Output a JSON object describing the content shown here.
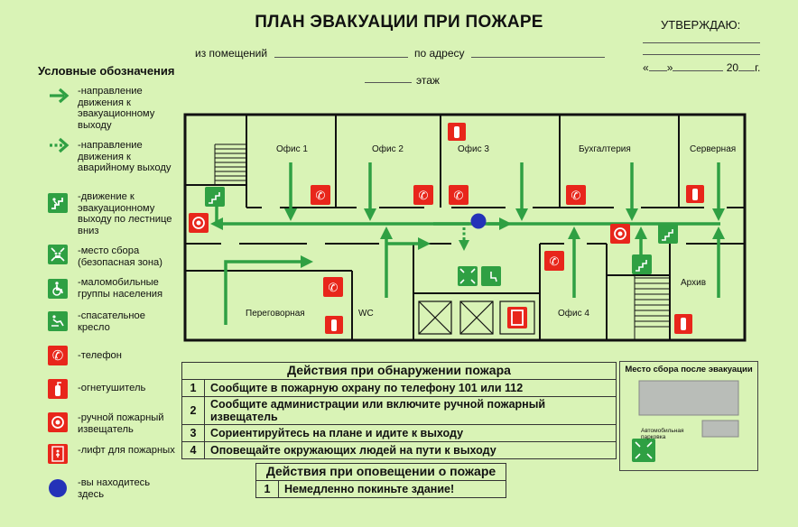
{
  "header": {
    "title": "ПЛАН ЭВАКУАЦИИ ПРИ ПОЖАРЕ",
    "approve": "УТВЕРЖДАЮ:",
    "from_room": "из помещений",
    "by_address": "по адресу",
    "floor": "этаж",
    "date_open": "«",
    "date_close": "»",
    "year": "20",
    "year_suffix": "г."
  },
  "legend": {
    "title": "Условные обозначения",
    "items": [
      {
        "icon": "arrow-right-icon",
        "label": "-направление движения к эвакуационному выходу"
      },
      {
        "icon": "dashed-arrow-right-icon",
        "label": "-направление движения к аварийному выходу"
      },
      {
        "icon": "stairs-down-icon",
        "label": "-движение к эвакуационному выходу по лестнице вниз"
      },
      {
        "icon": "assembly-point-icon",
        "label": "-место сбора (безопасная зона)"
      },
      {
        "icon": "wheelchair-icon",
        "label": "-маломобильные группы населения"
      },
      {
        "icon": "rescue-chair-icon",
        "label": "-спасательное кресло"
      },
      {
        "icon": "phone-icon",
        "label": "-телефон"
      },
      {
        "icon": "extinguisher-icon",
        "label": "-огнетушитель"
      },
      {
        "icon": "fire-alarm-icon",
        "label": "-ручной пожарный извещатель"
      },
      {
        "icon": "fire-lift-icon",
        "label": "-лифт для пожарных"
      },
      {
        "icon": "you-are-here-icon",
        "label": "-вы находитесь здесь"
      }
    ]
  },
  "rooms": {
    "office1": "Офис 1",
    "office2": "Офис 2",
    "office3": "Офис 3",
    "accounting": "Бухгалтерия",
    "server": "Серверная",
    "meeting": "Переговорная",
    "wc": "WC",
    "office4": "Офис 4",
    "archive": "Архив"
  },
  "fire_actions": {
    "title": "Действия при обнаружении пожара",
    "rows": [
      {
        "n": "1",
        "text": "Сообщите в пожарную охрану по телефону 101 или 112"
      },
      {
        "n": "2",
        "text": "Сообщите администрации или включите ручной пожарный извещатель"
      },
      {
        "n": "3",
        "text": "Сориентируйтесь на плане и идите к выходу"
      },
      {
        "n": "4",
        "text": "Оповещайте окружающих людей на пути к выходу"
      }
    ]
  },
  "alert_actions": {
    "title": "Действия при оповещении о пожаре",
    "rows": [
      {
        "n": "1",
        "text": "Немедленно покиньте здание!"
      }
    ]
  },
  "assembly": {
    "title": "Место сбора после эвакуации",
    "parking": "Автомобильная парковка"
  },
  "colors": {
    "background": "#d9f3b6",
    "route_green": "#2fa043",
    "sign_red": "#e8261b",
    "here_blue": "#2432b8"
  }
}
